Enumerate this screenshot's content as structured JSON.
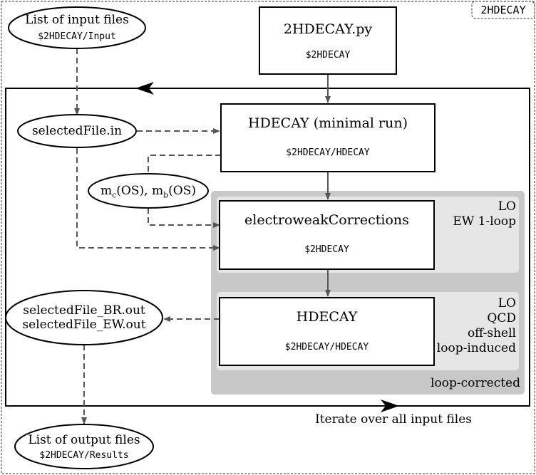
{
  "frame": {
    "tag": "2HDECAY"
  },
  "nodes": {
    "input_list": {
      "title": "List of input files",
      "path": "$2HDECAY/Input"
    },
    "main_script": {
      "title": "2HDECAY.py",
      "path": "$2HDECAY"
    },
    "selected_file": {
      "title": "selectedFile.in"
    },
    "hdecay_minimal": {
      "title": "HDECAY (minimal run)",
      "path": "$2HDECAY/HDECAY"
    },
    "masses": {
      "mc": "m",
      "mc_sub": "c",
      "mc_tail": "(OS), ",
      "mb": "m",
      "mb_sub": "b",
      "mb_tail": "(OS)"
    },
    "ew_corrections": {
      "title": "electroweakCorrections",
      "path": "$2HDECAY"
    },
    "hdecay": {
      "title": "HDECAY",
      "path": "$2HDECAY/HDECAY"
    },
    "output_files": {
      "line1": "selectedFile_BR.out",
      "line2": "selectedFile_EW.out"
    },
    "output_list": {
      "title": "List of output files",
      "path": "$2HDECAY/Results"
    }
  },
  "panels": {
    "ew_panel": {
      "line1": "LO",
      "line2": "EW 1-loop"
    },
    "qcd_panel": {
      "line1": "LO",
      "line2": "QCD",
      "line3": "off-shell",
      "line4": "loop-induced"
    },
    "outer_panel": {
      "label": "loop-corrected"
    }
  },
  "loop": {
    "label": "Iterate over all input files"
  },
  "colors": {
    "arrow": "#555555",
    "outer_panel": "#c8c8c8",
    "inner_panel": "#e6e6e6",
    "border": "#000000"
  }
}
